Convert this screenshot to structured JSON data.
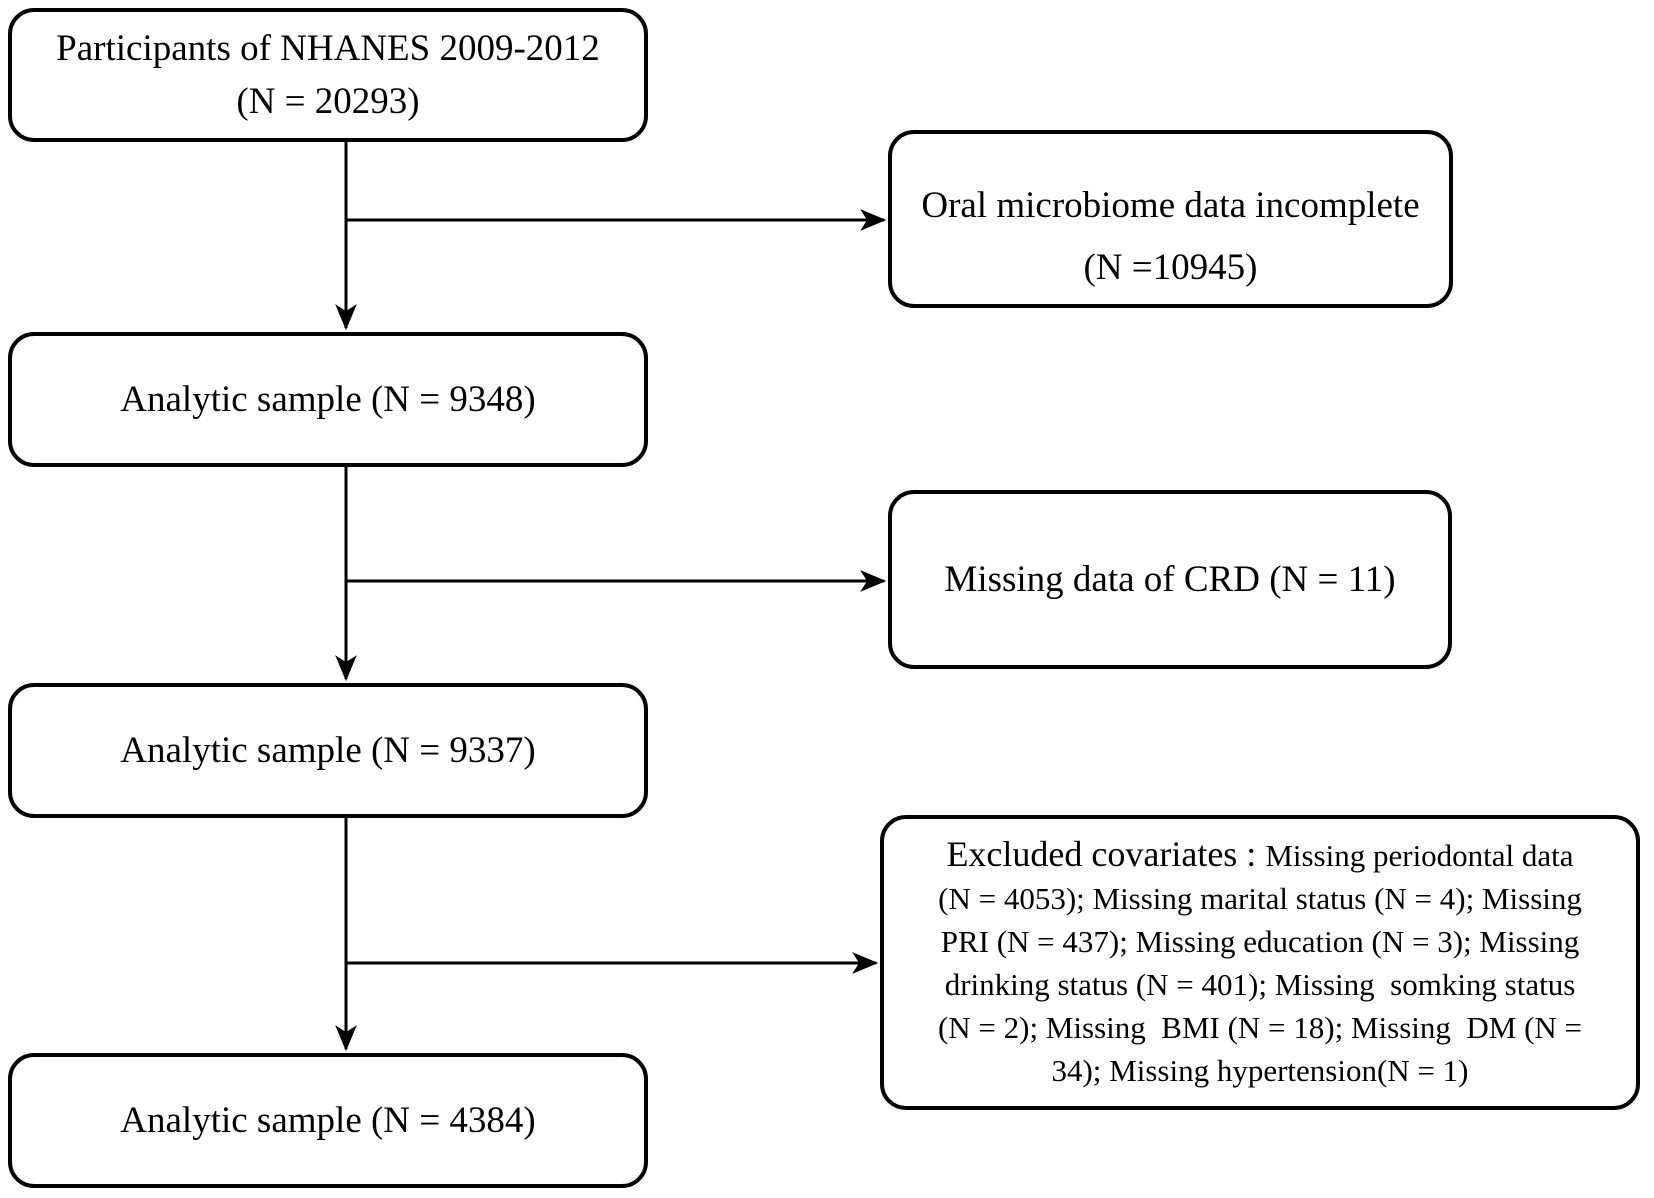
{
  "colors": {
    "background": "#ffffff",
    "box_fill": "#ffffff",
    "box_border": "#000000",
    "connector": "#000000",
    "text": "#000000"
  },
  "flow": {
    "main_boxes": [
      {
        "id": "participants",
        "lines": [
          "Participants of NHANES 2009-2012",
          "(N = 20293)"
        ]
      },
      {
        "id": "analytic-sample-9348",
        "lines": [
          "Analytic sample (N = 9348)"
        ]
      },
      {
        "id": "analytic-sample-9337",
        "lines": [
          "Analytic sample (N = 9337)"
        ]
      },
      {
        "id": "analytic-sample-4384",
        "lines": [
          "Analytic sample (N = 4384)"
        ]
      }
    ],
    "exclusion_boxes": [
      {
        "id": "oral-microbiome-incomplete",
        "lines": [
          "Oral microbiome data incomplete",
          "(N =10945)"
        ]
      },
      {
        "id": "missing-crd",
        "lines": [
          "Missing data of CRD (N = 11)"
        ]
      },
      {
        "id": "excluded-covariates",
        "lead": "Excluded covariates : ",
        "lines": [
          "Missing periodontal data",
          "(N = 4053); Missing marital status (N = 4); Missing",
          "PRI (N = 437); Missing education (N = 3); Missing",
          "drinking status (N = 401); Missing  somking status",
          "(N = 2); Missing  BMI (N = 18); Missing  DM (N =",
          "34); Missing hypertension(N = 1)"
        ]
      }
    ]
  }
}
